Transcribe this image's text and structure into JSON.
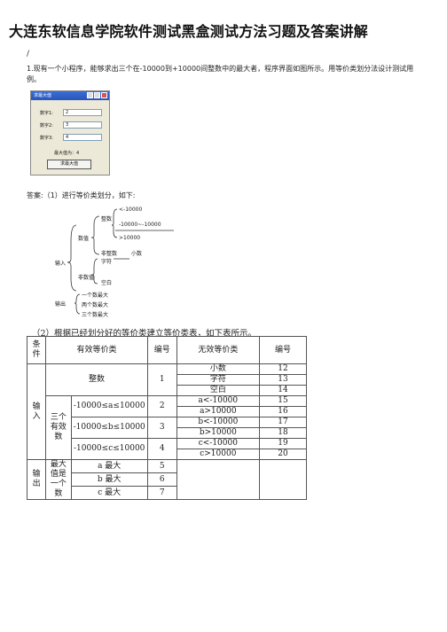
{
  "title": "大连东软信息学院软件测试黑盒测试方法习题及答案讲解",
  "slash": "/",
  "question": "1.现有一个小程序，能够求出三个在-10000到+10000间整数中的最大者，程序界面如图所示。用等价类划分法设计测试用例。",
  "window": {
    "title": "求最大值",
    "labels": [
      "数字1:",
      "数字2:",
      "数字3:"
    ],
    "values": [
      "2",
      "3",
      "4"
    ],
    "result": "最大值为：4",
    "button": "求最大值"
  },
  "answer1": "答案:（1）进行等价类划分，如下:",
  "tree": {
    "root_in": "输入",
    "root_out": "输出",
    "n1": "数值",
    "n2": "非数值",
    "n1a": "整数",
    "n1b": "非整数",
    "n1b_leaf": "小数",
    "int_leaves": [
      "<-10000",
      "-10000~-10000",
      ">10000"
    ],
    "n2_leaves": [
      "字符",
      "空白"
    ],
    "out_leaves": [
      "一个数最大",
      "两个数最大",
      "三个数最大"
    ]
  },
  "answer2": "（2）根据已经划分好的等价类建立等价类表，如下表所示。",
  "table": {
    "headers": [
      "条件",
      "有效等价类",
      "编号",
      "无效等价类",
      "编号"
    ],
    "input_label": "输入",
    "integer": "整数",
    "integer_no": "1",
    "three_valid": "三个有效数",
    "ranges": [
      {
        "text": "-10000≤a≤10000",
        "no": "2"
      },
      {
        "text": "-10000≤b≤10000",
        "no": "3"
      },
      {
        "text": "-10000≤c≤10000",
        "no": "4"
      }
    ],
    "invalid": [
      {
        "text": "小数",
        "no": "12"
      },
      {
        "text": "字符",
        "no": "13"
      },
      {
        "text": "空白",
        "no": "14"
      },
      {
        "text": "a<-10000",
        "no": "15"
      },
      {
        "text": "a>10000",
        "no": "16"
      },
      {
        "text": "b<-10000",
        "no": "17"
      },
      {
        "text": "b>10000",
        "no": "18"
      },
      {
        "text": "c<-10000",
        "no": "19"
      },
      {
        "text": "c>10000",
        "no": "20"
      }
    ],
    "output_label": "输出",
    "max_one": "最大值是一个数",
    "outputs": [
      {
        "text": "a 最大",
        "no": "5"
      },
      {
        "text": "b 最大",
        "no": "6"
      },
      {
        "text": "c 最大",
        "no": "7"
      }
    ]
  }
}
